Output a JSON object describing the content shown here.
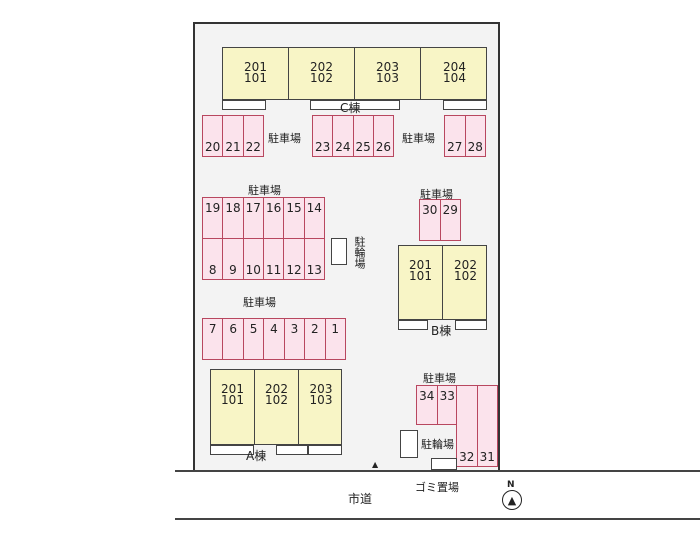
{
  "buildings": {
    "C": {
      "label": "C棟",
      "units": [
        [
          "201",
          "101"
        ],
        [
          "202",
          "102"
        ],
        [
          "203",
          "103"
        ],
        [
          "204",
          "104"
        ]
      ]
    },
    "B": {
      "label": "B棟",
      "units": [
        [
          "201",
          "101"
        ],
        [
          "202",
          "102"
        ]
      ]
    },
    "A": {
      "label": "A棟",
      "units": [
        [
          "201",
          "101"
        ],
        [
          "202",
          "102"
        ],
        [
          "203",
          "103"
        ]
      ]
    }
  },
  "parking_label": "駐車場",
  "bike_label": "駐輪場",
  "garbage_label": "ゴミ置場",
  "road_label": "市道",
  "north_label": "N",
  "lots": {
    "c1": [
      "20",
      "21",
      "22"
    ],
    "c2": [
      "23",
      "24",
      "25",
      "26"
    ],
    "c3": [
      "27",
      "28"
    ],
    "mid_top": [
      "19",
      "18",
      "17",
      "16",
      "15",
      "14"
    ],
    "mid_bottom": [
      "8",
      "9",
      "10",
      "11",
      "12",
      "13"
    ],
    "b_top": [
      "30",
      "29"
    ],
    "row7": [
      "7",
      "6",
      "5",
      "4",
      "3",
      "2",
      "1"
    ],
    "a_top": [
      "34",
      "33"
    ],
    "a_side": [
      "32",
      "31"
    ]
  },
  "colors": {
    "building": "#f8f5c6",
    "parking": "#fbe3ec",
    "parking_border": "#b8475f"
  }
}
